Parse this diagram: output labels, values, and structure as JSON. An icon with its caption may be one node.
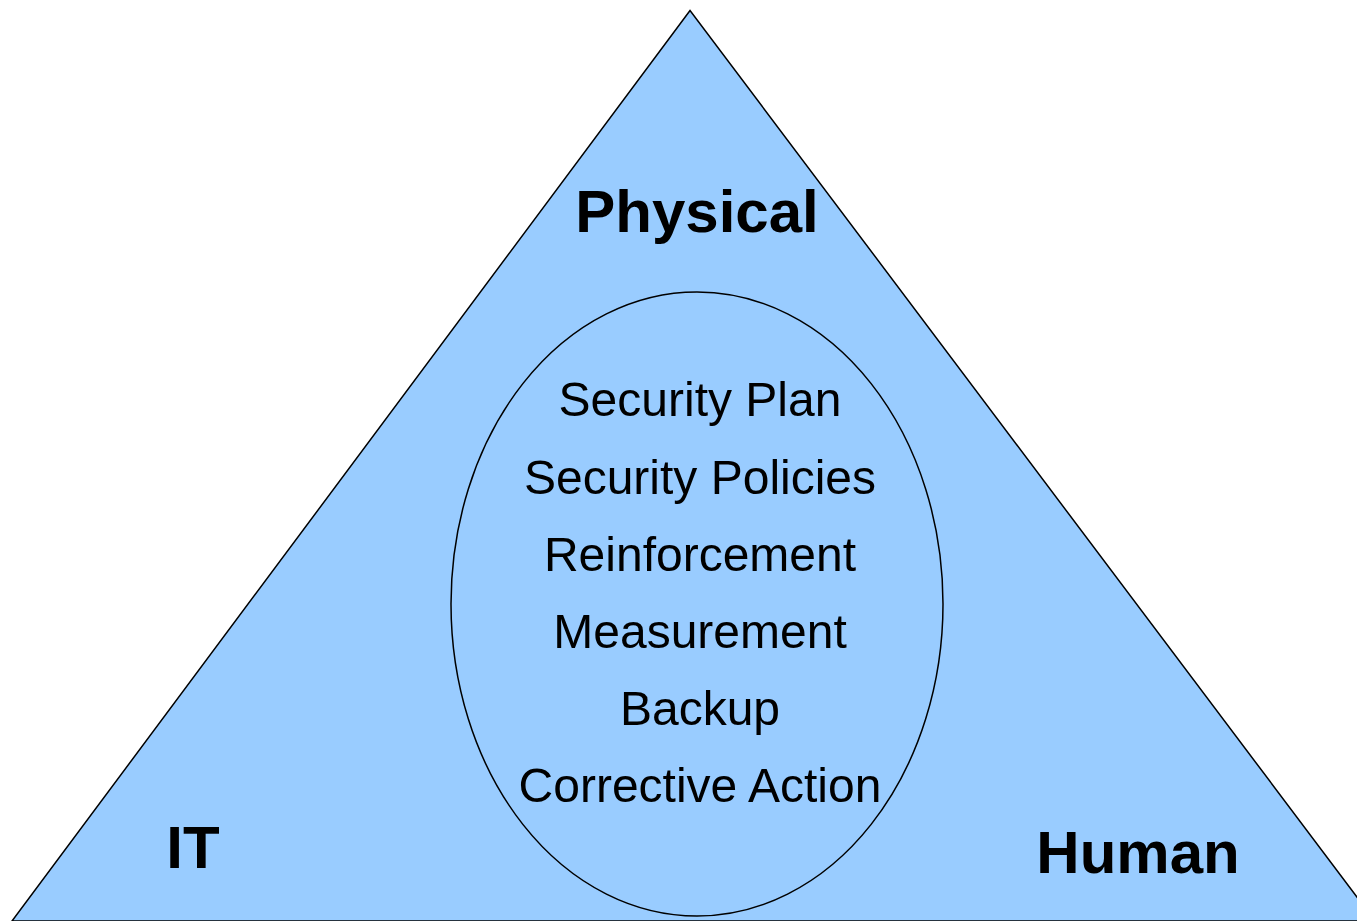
{
  "diagram": {
    "nodes": [
      {
        "text": [
          "Physical",
          "IT",
          "Human"
        ]
      },
      {
        "text": [
          "Security Plan",
          "Security Policies",
          "Reinforcement",
          "Measurement",
          "Backup",
          "Corrective Action"
        ],
        "in": 0
      }
    ]
  }
}
